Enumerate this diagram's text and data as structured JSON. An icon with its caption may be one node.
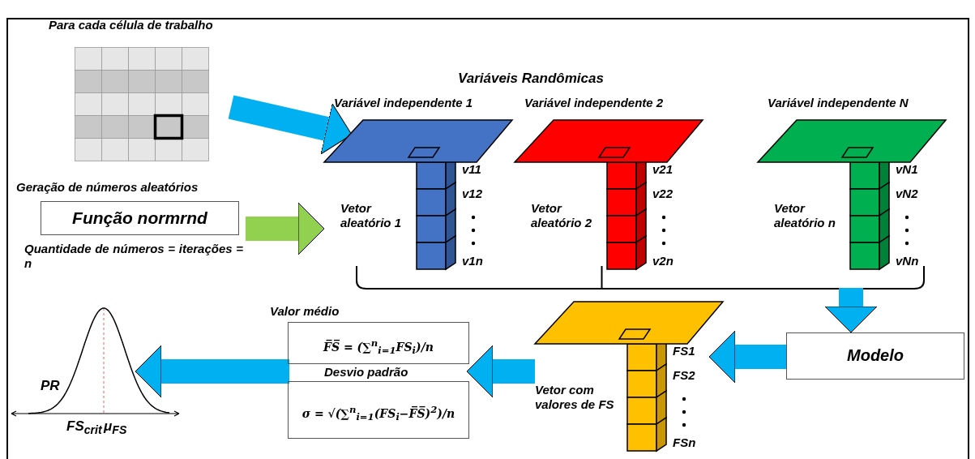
{
  "diagram": {
    "nodes": [
      {
        "text": [
          "Para cada célula de trabalho"
        ]
      },
      {
        "text": [
          "Variável independente 1",
          "Vetor aleatório 1",
          "v11",
          "v12",
          "v1n"
        ]
      },
      {
        "text": [
          "Variável independente 2",
          "Vetor aleatório 2",
          "v21",
          "v22",
          "v2n"
        ]
      },
      {
        "text": [
          "Variável independente N",
          "Vetor aleatório n",
          "vN1",
          "vN2",
          "vNn"
        ]
      },
      {
        "text": [
          "Geração de números aleatórios",
          "Função normrnd",
          "Quantidade de números = iterações = n"
        ]
      },
      {
        "text": [
          "Modelo"
        ]
      },
      {
        "text": [
          "Vetor com valores de FS",
          "FS1",
          "FS2",
          "FSn"
        ]
      },
      {
        "text": [
          "Valor médio",
          "F̅S̅ = (∑$^{n}$$_{i=1}$FS$_{i}$)/n"
        ]
      },
      {
        "text": [
          "Desvio padrão",
          "σ = √(∑$^{n}$$_{i=1}$(FS$_{i}$−F̅S̅)$^{2}$)/n"
        ]
      },
      {
        "text": [
          "PR",
          "FS$_{crit}$",
          "μ$_{FS}$"
        ]
      }
    ],
    "edges": [
      {
        "from": 0,
        "to": 1,
        "arrow": "to"
      },
      {
        "from": 4,
        "to": 1,
        "arrow": "to",
        "color": "#92d050"
      },
      {
        "from": 1,
        "to": 5,
        "arrow": "to",
        "color": "#000000"
      },
      {
        "from": 2,
        "to": 5,
        "arrow": "to",
        "color": "#000000"
      },
      {
        "from": 3,
        "to": 5,
        "arrow": "to",
        "color": "#000000"
      },
      {
        "from": 5,
        "to": 6,
        "arrow": "to"
      },
      {
        "from": 6,
        "to": 7,
        "arrow": "to"
      },
      {
        "from": 6,
        "to": 8,
        "arrow": "to"
      },
      {
        "from": 7,
        "to": 9,
        "arrow": "to"
      },
      {
        "from": 8,
        "to": 9,
        "arrow": "to"
      }
    ],
    "labels": [
      "Variáveis Randômicas"
    ]
  }
}
